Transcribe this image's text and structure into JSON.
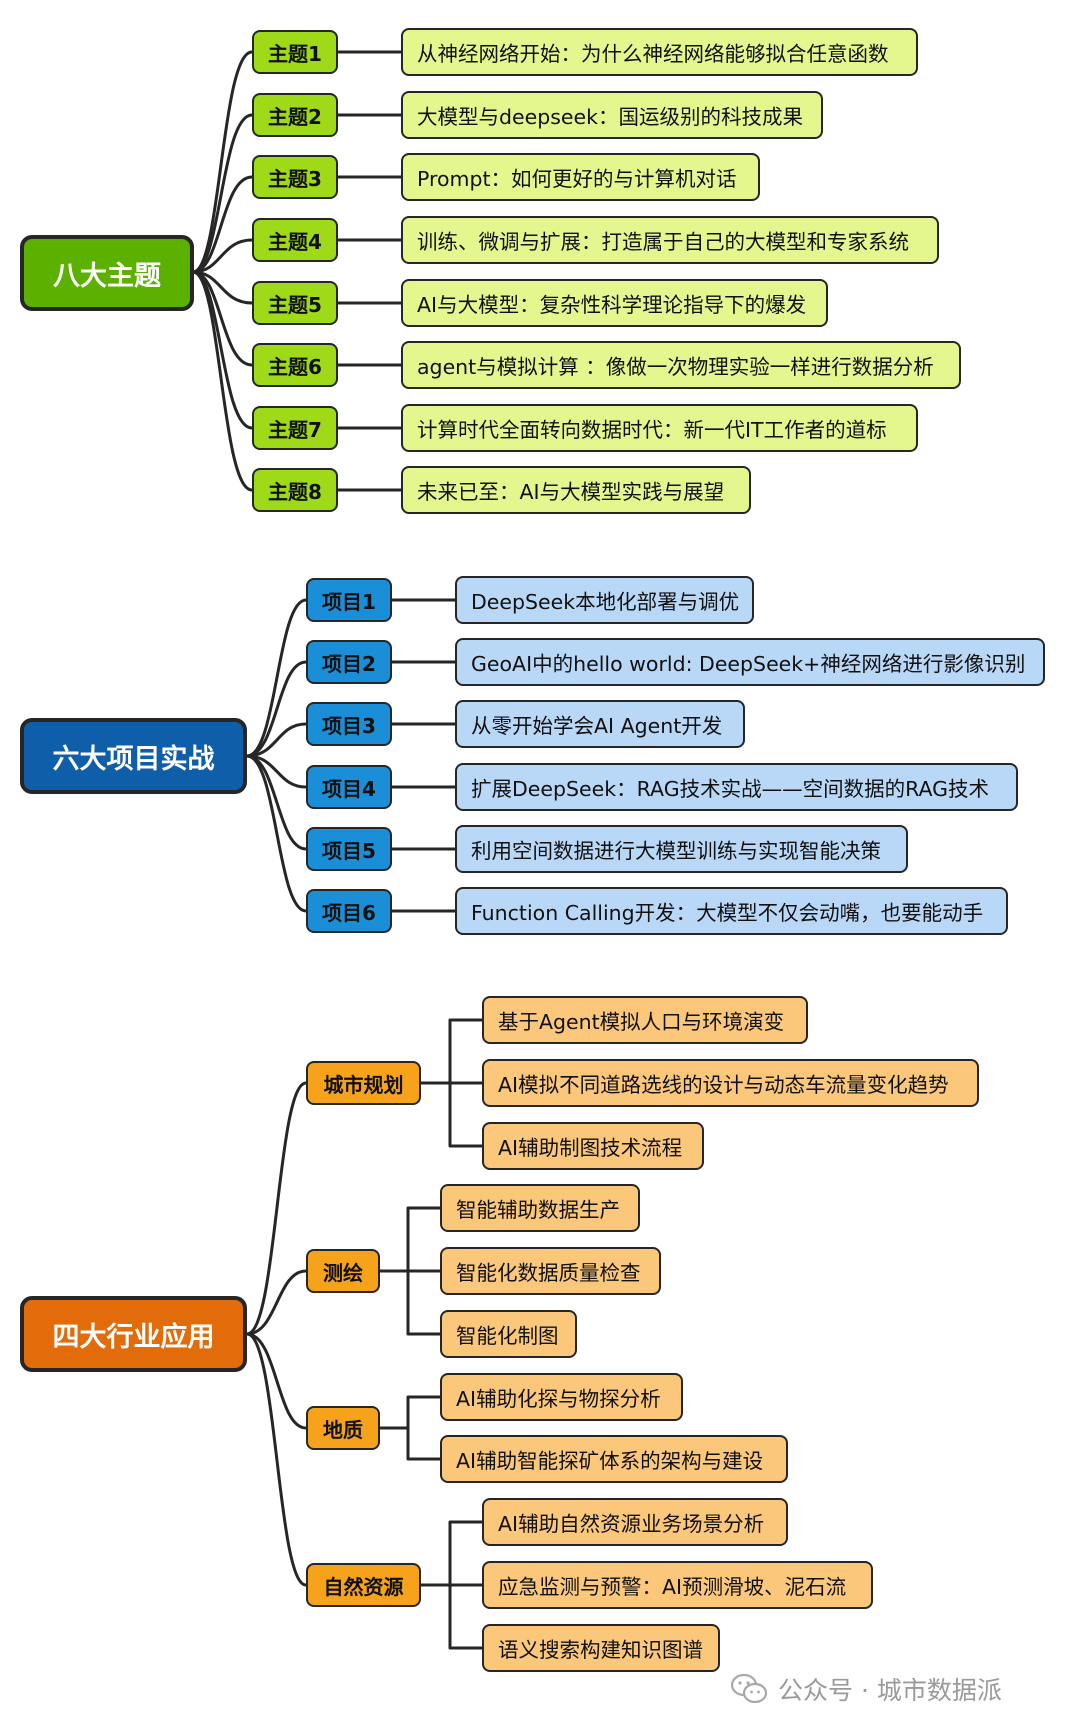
{
  "section1": {
    "root_label": "八大主题",
    "colors": {
      "root": "#5cb000",
      "mid": "#9fda18",
      "leaf": "#e3f78e"
    },
    "items": [
      {
        "label": "主题1",
        "text": "从神经网络开始：为什么神经网络能够拟合任意函数"
      },
      {
        "label": "主题2",
        "text": "大模型与deepseek：国运级别的科技成果"
      },
      {
        "label": "主题3",
        "text": "Prompt：如何更好的与计算机对话"
      },
      {
        "label": "主题4",
        "text": "训练、微调与扩展：打造属于自己的大模型和专家系统"
      },
      {
        "label": "主题5",
        "text": "AI与大模型：复杂性科学理论指导下的爆发"
      },
      {
        "label": "主题6",
        "text": "agent与模拟计算  ：像做一次物理实验一样进行数据分析"
      },
      {
        "label": "主题7",
        "text": "计算时代全面转向数据时代：新一代IT工作者的道标"
      },
      {
        "label": "主题8",
        "text": "未来已至：AI与大模型实践与展望"
      }
    ]
  },
  "section2": {
    "root_label": "六大项目实战",
    "colors": {
      "root": "#0f5ea9",
      "mid": "#1a8fd8",
      "leaf": "#b9d8f8"
    },
    "items": [
      {
        "label": "项目1",
        "text": "DeepSeek本地化部署与调优"
      },
      {
        "label": "项目2",
        "text": "GeoAI中的hello world: DeepSeek+神经网络进行影像识别"
      },
      {
        "label": "项目3",
        "text": "从零开始学会AI Agent开发"
      },
      {
        "label": "项目4",
        "text": "扩展DeepSeek：RAG技术实战——空间数据的RAG技术"
      },
      {
        "label": "项目5",
        "text": "利用空间数据进行大模型训练与实现智能决策"
      },
      {
        "label": "项目6",
        "text": "Function Calling开发：大模型不仅会动嘴，也要能动手"
      }
    ]
  },
  "section3": {
    "root_label": "四大行业应用",
    "colors": {
      "root": "#e36c0a",
      "mid": "#f7a21b",
      "leaf": "#fbc77a"
    },
    "groups": [
      {
        "label": "城市规划",
        "items": [
          "基于Agent模拟人口与环境演变",
          "AI模拟不同道路选线的设计与动态车流量变化趋势",
          "AI辅助制图技术流程"
        ]
      },
      {
        "label": "测绘",
        "items": [
          "智能辅助数据生产",
          "智能化数据质量检查",
          "智能化制图"
        ]
      },
      {
        "label": "地质",
        "items": [
          "AI辅助化探与物探分析",
          "AI辅助智能探矿体系的架构与建设"
        ]
      },
      {
        "label": "自然资源",
        "items": [
          "AI辅助自然资源业务场景分析",
          "应急监测与预警：AI预测滑坡、泥石流",
          "语义搜索构建知识图谱"
        ]
      }
    ]
  },
  "watermark": {
    "icon": "wechat-icon",
    "text": "公众号 · 城市数据派"
  }
}
